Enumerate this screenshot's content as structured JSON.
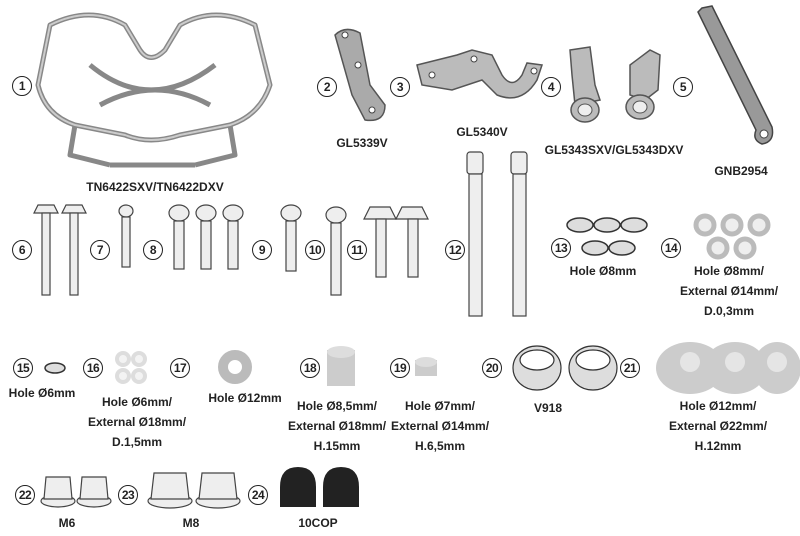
{
  "callouts": [
    "1",
    "2",
    "3",
    "4",
    "5",
    "6",
    "7",
    "8",
    "9",
    "10",
    "11",
    "12",
    "13",
    "14",
    "15",
    "16",
    "17",
    "18",
    "19",
    "20",
    "21",
    "22",
    "23",
    "24"
  ],
  "labels": {
    "frame": "TN6422SXV/TN6422DXV",
    "plate2": "GL5339V",
    "bracket3": "GL5340V",
    "brackets45": "GL5343SXV/GL5343DXV",
    "bar": "GNB2954",
    "washer13": "Hole Ø8mm",
    "washer14": [
      "Hole Ø8mm/",
      "External Ø14mm/",
      "D.0,3mm"
    ],
    "washer15": "Hole Ø6mm",
    "washer16": [
      "Hole Ø6mm/",
      "External Ø18mm/",
      "D.1,5mm"
    ],
    "washer17": "Hole Ø12mm",
    "spacer18": [
      "Hole Ø8,5mm/",
      "External Ø18mm/",
      "H.15mm"
    ],
    "spacer19": [
      "Hole Ø7mm/",
      "External Ø14mm/",
      "H.6,5mm"
    ],
    "bushing20": "V918",
    "spacer21": [
      "Hole Ø12mm/",
      "External Ø22mm/",
      "H.12mm"
    ],
    "nut22": "M6",
    "nut23": "M8",
    "cap24": "10COP"
  }
}
